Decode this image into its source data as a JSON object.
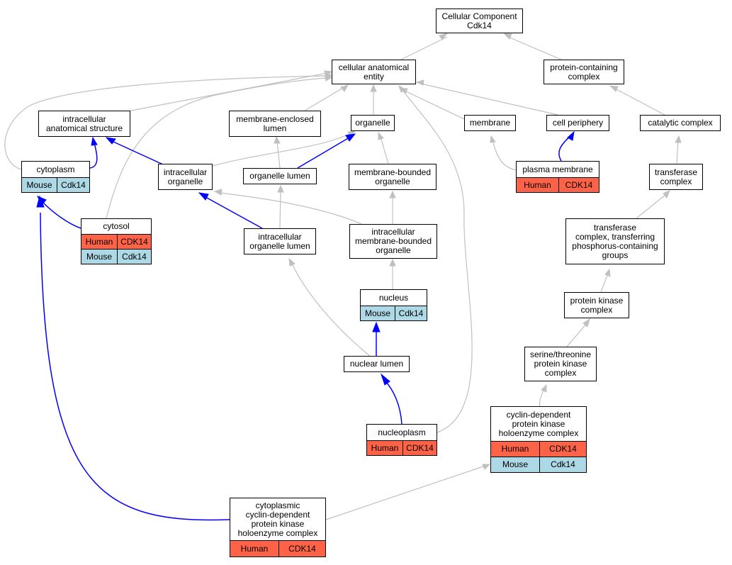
{
  "colors": {
    "edge_gray": "#c0c0c0",
    "edge_blue": "#0000ff",
    "human_bg": "#ff6347",
    "mouse_bg": "#add8e6"
  },
  "nodes": {
    "root": {
      "title": "Cellular Component\nCdk14"
    },
    "cae": {
      "title": "cellular anatomical\nentity"
    },
    "pcc": {
      "title": "protein-containing\ncomplex"
    },
    "ias": {
      "title": "intracellular\nanatomical structure"
    },
    "mel": {
      "title": "membrane-enclosed\nlumen"
    },
    "org": {
      "title": "organelle"
    },
    "mem": {
      "title": "membrane"
    },
    "cp": {
      "title": "cell periphery"
    },
    "cc": {
      "title": "catalytic complex"
    },
    "cyto": {
      "title": "cytoplasm",
      "rows": [
        [
          "Mouse",
          "Cdk14"
        ]
      ]
    },
    "io": {
      "title": "intracellular\norganelle"
    },
    "ol": {
      "title": "organelle lumen"
    },
    "mbo": {
      "title": "membrane-bounded\norganelle"
    },
    "pm": {
      "title": "plasma membrane",
      "rows": [
        [
          "Human",
          "CDK14"
        ]
      ]
    },
    "tc": {
      "title": "transferase\ncomplex"
    },
    "cytosol": {
      "title": "cytosol",
      "rows": [
        [
          "Human",
          "CDK14"
        ],
        [
          "Mouse",
          "Cdk14"
        ]
      ]
    },
    "iol": {
      "title": "intracellular\norganelle lumen"
    },
    "imbo": {
      "title": "intracellular\nmembrane-bounded\norganelle"
    },
    "tcp": {
      "title": "transferase\ncomplex, transferring\nphosphorus-containing\ngroups"
    },
    "nuc": {
      "title": "nucleus",
      "rows": [
        [
          "Mouse",
          "Cdk14"
        ]
      ]
    },
    "pkc": {
      "title": "protein kinase\ncomplex"
    },
    "nl": {
      "title": "nuclear lumen"
    },
    "stpk": {
      "title": "serine/threonine\nprotein kinase\ncomplex"
    },
    "np": {
      "title": "nucleoplasm",
      "rows": [
        [
          "Human",
          "CDK14"
        ]
      ]
    },
    "cdk": {
      "title": "cyclin-dependent\nprotein kinase\nholoenzyme complex",
      "rows": [
        [
          "Human",
          "CDK14"
        ],
        [
          "Mouse",
          "Cdk14"
        ]
      ]
    },
    "ccdk": {
      "title": "cytoplasmic\ncyclin-dependent\nprotein kinase\nholoenzyme complex",
      "rows": [
        [
          "Human",
          "CDK14"
        ]
      ]
    }
  }
}
